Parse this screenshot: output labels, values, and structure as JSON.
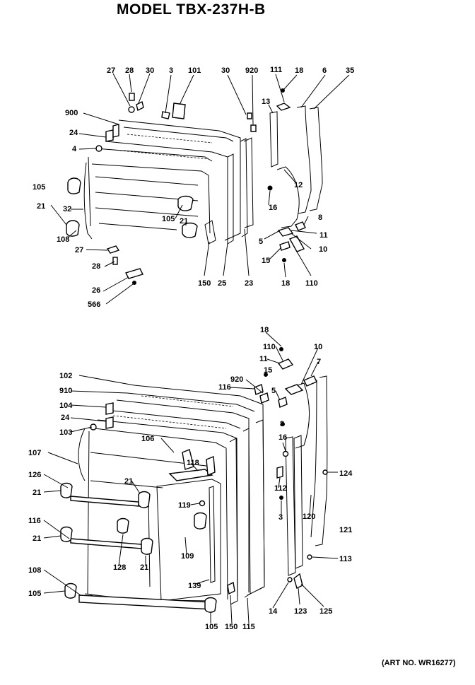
{
  "header": {
    "title": "MODEL TBX-237H-B"
  },
  "footer": {
    "art_number": "(ART NO. WR16277)"
  },
  "upper_callouts": [
    "27",
    "28",
    "30",
    "3",
    "101",
    "30",
    "920",
    "111",
    "18",
    "6",
    "35",
    "900",
    "13",
    "24",
    "4",
    "12",
    "105",
    "21",
    "32",
    "16",
    "105",
    "21",
    "8",
    "5",
    "11",
    "108",
    "27",
    "10",
    "15",
    "28",
    "150",
    "25",
    "23",
    "18",
    "110",
    "26",
    "566"
  ],
  "lower_callouts": [
    "18",
    "110",
    "10",
    "11",
    "7",
    "15",
    "102",
    "920",
    "5",
    "116",
    "910",
    "104",
    "24",
    "103",
    "8",
    "107",
    "106",
    "16",
    "126",
    "118",
    "124",
    "21",
    "21",
    "112",
    "119",
    "3",
    "120",
    "116",
    "121",
    "21",
    "128",
    "21",
    "109",
    "113",
    "108",
    "139",
    "105",
    "14",
    "123",
    "125",
    "105",
    "150",
    "115"
  ]
}
